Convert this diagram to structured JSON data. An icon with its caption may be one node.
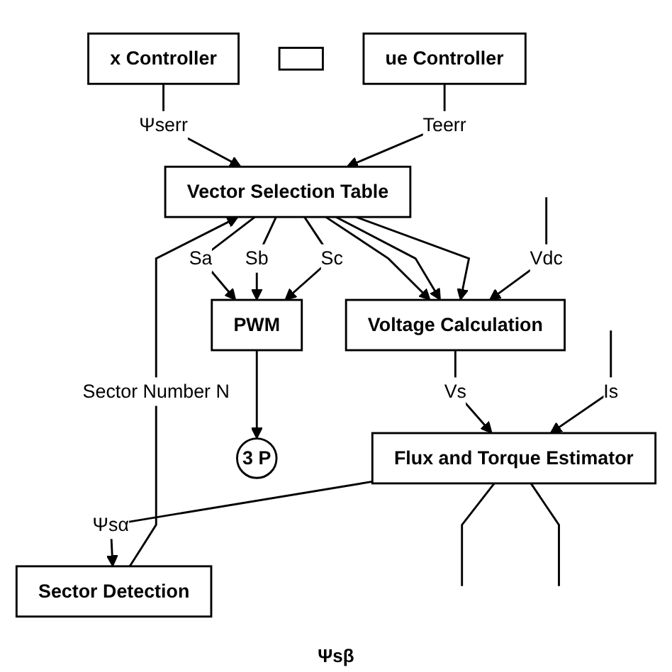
{
  "diagram": {
    "nodes": [
      {
        "text": [
          "x Controller"
        ]
      },
      {
        "text": [],
        "shape": "box"
      },
      {
        "text": [
          "Vector Selection Table"
        ]
      },
      {
        "text": [
          "PWM"
        ]
      },
      {
        "text": [
          "ue Controller"
        ]
      },
      {
        "text": [
          "Sector Detection"
        ]
      },
      {
        "text": [
          "Voltage Calculation"
        ]
      },
      {
        "text": [
          "Flux and Torque Estimator"
        ]
      },
      {
        "text": [
          "3 P"
        ]
      }
    ],
    "edges": [
      {
        "from": 0,
        "to": 2,
        "arrow": "to",
        "label": "Ψserr"
      },
      {
        "from": 4,
        "to": 2,
        "arrow": "to",
        "label": "Teerr"
      },
      {
        "from": 2,
        "to": 3,
        "arrow": "to",
        "label": "Sa"
      },
      {
        "from": 2,
        "to": 3,
        "arrow": "to",
        "label": "Sb"
      },
      {
        "from": 2,
        "to": 3,
        "arrow": "to",
        "label": "Sc"
      },
      {
        "from": 2,
        "to": 6,
        "arrow": "to"
      },
      {
        "from": 2,
        "to": 6,
        "arrow": "to"
      },
      {
        "from": 2,
        "to": 6,
        "arrow": "to"
      },
      {
        "from": 5,
        "to": 2,
        "arrow": "to",
        "label": "Sector Number N"
      },
      {
        "from": 7,
        "to": 5,
        "arrow": "to",
        "label": "Ψsα"
      },
      {
        "from": 6,
        "to": 7,
        "arrow": "to",
        "label": "Vs"
      },
      {
        "from": null,
        "to": 6,
        "arrow": "to",
        "label": "Vdc"
      },
      {
        "from": null,
        "to": 7,
        "arrow": "to",
        "label": "Is"
      },
      {
        "from": 3,
        "to": 8,
        "arrow": "to"
      },
      {
        "from": 7,
        "to": null,
        "arrow": "none"
      },
      {
        "from": 7,
        "to": null,
        "arrow": "none"
      }
    ],
    "labels": [
      "Ψsβ"
    ]
  }
}
